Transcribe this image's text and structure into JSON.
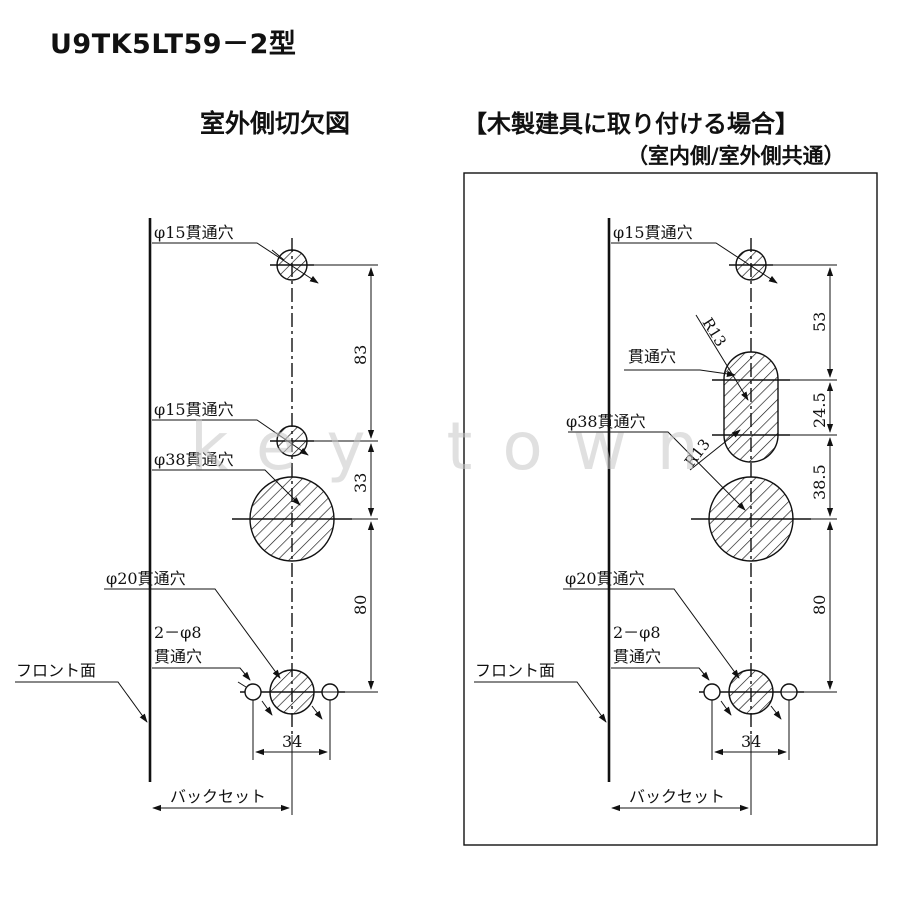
{
  "model": "U9TK5LT59－2型",
  "left": {
    "heading": "室外側切欠図",
    "labels": {
      "hole_top": "φ15貫通穴",
      "hole_mid": "φ15貫通穴",
      "hole_big": "φ38貫通穴",
      "hole_20": "φ20貫通穴",
      "pin_line1": "2－φ8",
      "pin_line2": "貫通穴",
      "front": "フロント面",
      "backset": "バックセット"
    },
    "dims": {
      "d1": "83",
      "d2": "33",
      "d3": "80",
      "w": "34"
    }
  },
  "right": {
    "heading": "【木製建具に取り付ける場合】",
    "subheading": "（室内側/室外側共通）",
    "labels": {
      "hole_top": "φ15貫通穴",
      "slot": "貫通穴",
      "hole_big": "φ38貫通穴",
      "r1": "R13",
      "r2": "R13",
      "hole_20": "φ20貫通穴",
      "pin_line1": "2－φ8",
      "pin_line2": "貫通穴",
      "front": "フロント面",
      "backset": "バックセット"
    },
    "dims": {
      "d1": "53",
      "d2": "24.5",
      "d3": "38.5",
      "d4": "80",
      "w": "34"
    }
  },
  "watermark": "key town"
}
